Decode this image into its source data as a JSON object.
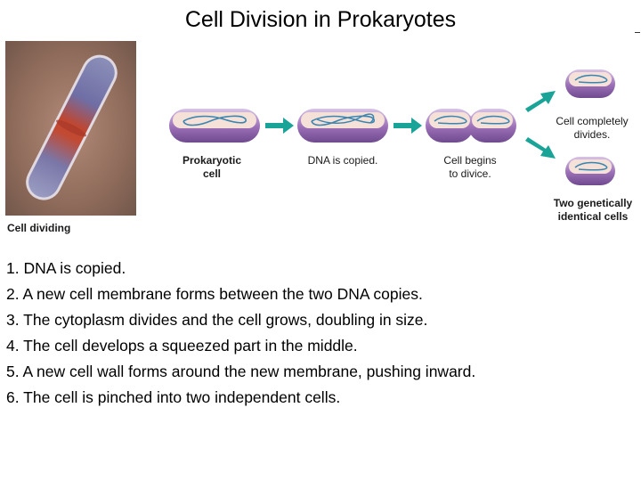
{
  "slide": {
    "title": "Cell Division in Prokaryotes"
  },
  "photo": {
    "caption": "Cell dividing"
  },
  "diagram": {
    "captions": {
      "prokaryotic_cell": [
        "Prokaryotic",
        "cell"
      ],
      "dna_copied": "DNA is copied.",
      "cell_begins": [
        "Cell begins",
        "to divice."
      ],
      "cell_completely": [
        "Cell completely",
        "divides."
      ],
      "two_identical": [
        "Two genetically",
        "identical cells"
      ]
    },
    "colors": {
      "membrane": "#9b6fb7",
      "cytoplasm": "#f6e1d8",
      "dna": "#3b86b0",
      "arrow": "#1aa397"
    }
  },
  "steps": [
    "1. DNA is copied.",
    "2. A new cell membrane forms between the two DNA copies.",
    "3. The cytoplasm divides and the cell grows, doubling in size.",
    "4. The cell develops a squeezed part in the middle.",
    "5. A new cell wall forms around the new membrane, pushing inward.",
    "6. The cell is pinched into two independent cells."
  ]
}
